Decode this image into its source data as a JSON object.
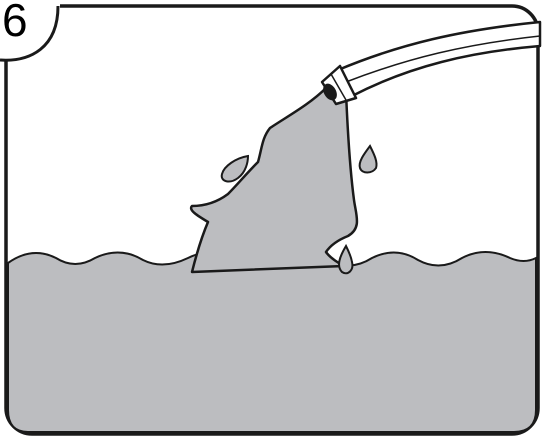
{
  "step": {
    "number": "6"
  },
  "colors": {
    "water": "#bcbdc0",
    "outline": "#1a1a1a",
    "background": "#ffffff"
  },
  "icons": {
    "hose": "garden-hose",
    "water_stream": "water-jet",
    "droplets": "water-drop"
  }
}
